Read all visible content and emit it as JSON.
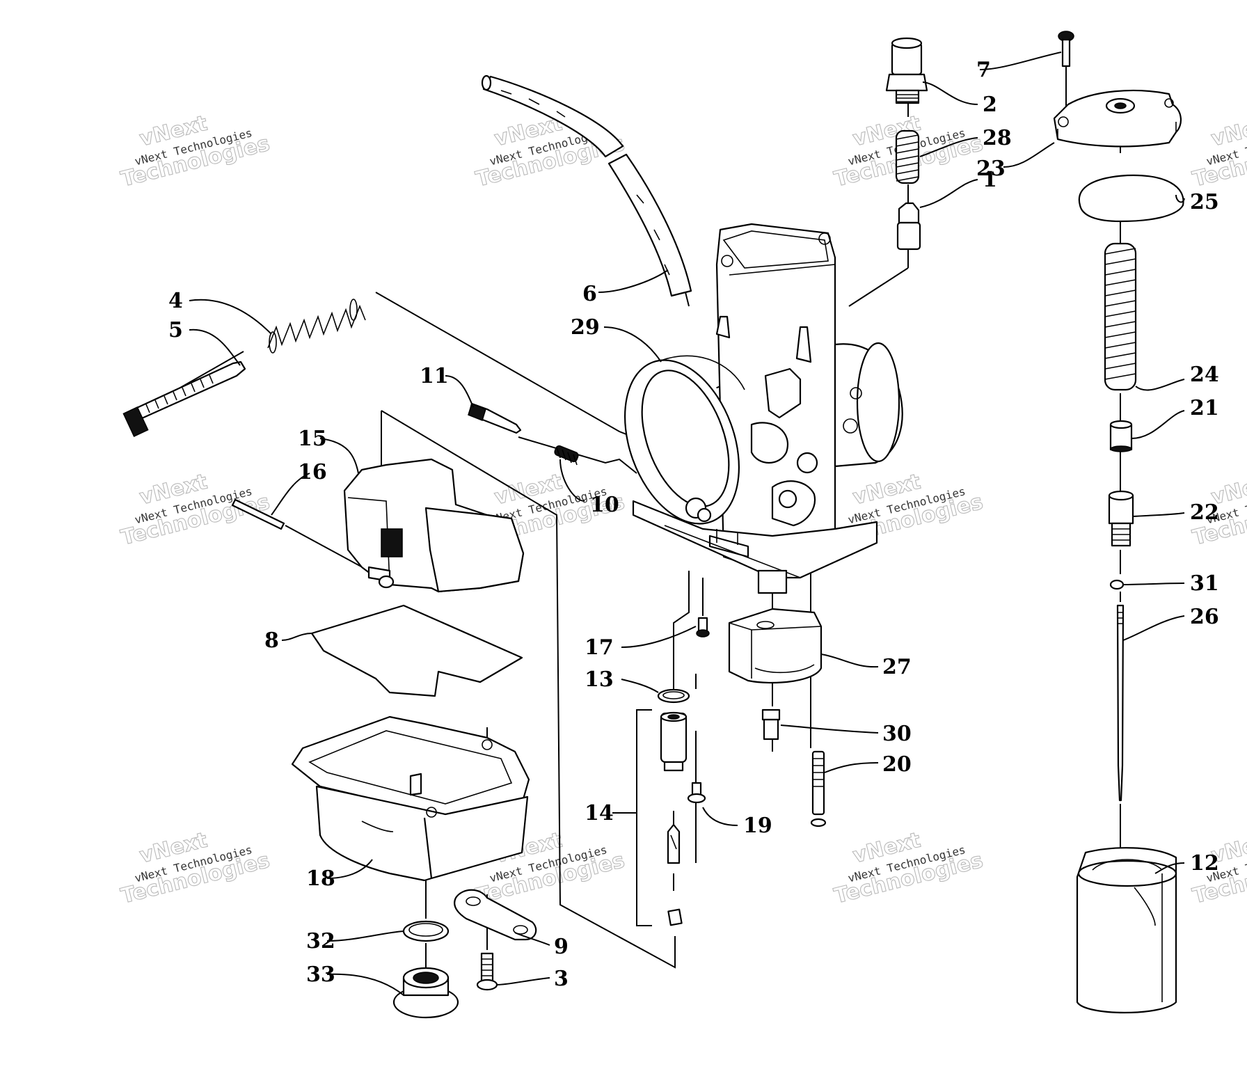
{
  "watermark": {
    "line1": "vNext",
    "line2": "vNext Technologies",
    "line3": "Technologies"
  },
  "callouts": {
    "n1": "1",
    "n2": "2",
    "n3": "3",
    "n4": "4",
    "n5": "5",
    "n6": "6",
    "n7": "7",
    "n8": "8",
    "n9": "9",
    "n10": "10",
    "n11": "11",
    "n12": "12",
    "n13": "13",
    "n14": "14",
    "n15": "15",
    "n16": "16",
    "n17": "17",
    "n18": "18",
    "n19": "19",
    "n20": "20",
    "n21": "21",
    "n22": "22",
    "n23": "23",
    "n24": "24",
    "n25": "25",
    "n26": "26",
    "n27": "27",
    "n28": "28",
    "n29": "29",
    "n30": "30",
    "n31": "31",
    "n32": "32",
    "n33": "33"
  }
}
